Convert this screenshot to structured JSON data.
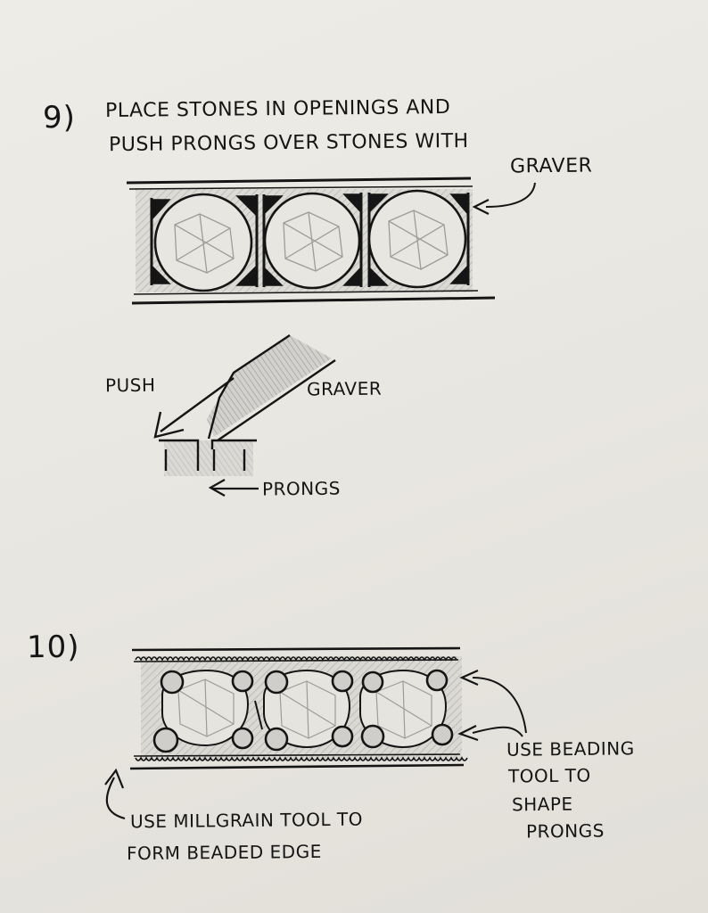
{
  "step9": {
    "number": "9)",
    "line1": "PLACE STONES IN OPENINGS AND",
    "line2": "PUSH PRONGS OVER STONES WITH",
    "line3": "GRAVER"
  },
  "graver_detail": {
    "push_label": "PUSH",
    "graver_label": "GRAVER",
    "prongs_label": "PRONGS"
  },
  "step10": {
    "number": "10)",
    "beading_line1": "USE BEADING",
    "beading_line2": "TOOL TO",
    "beading_line3": "SHAPE",
    "beading_line4": "PRONGS",
    "millgrain_line1": "USE MILLGRAIN TOOL TO",
    "millgrain_line2": "FORM BEADED EDGE"
  },
  "colors": {
    "paper": "#eceae4",
    "ink": "#151515",
    "shade": "#9a9a9a"
  }
}
